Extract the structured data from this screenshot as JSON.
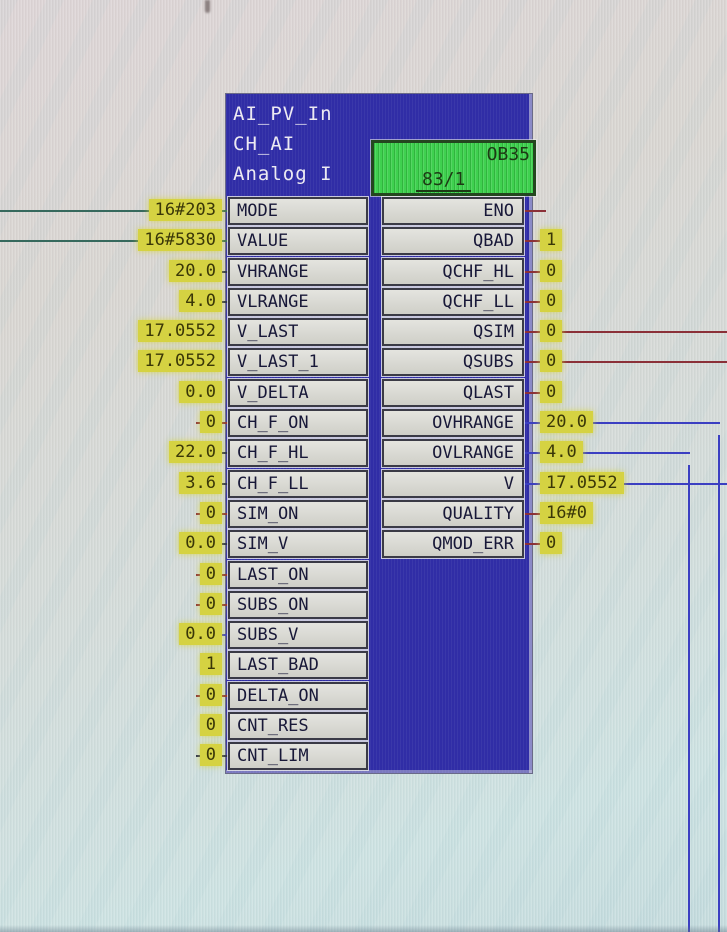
{
  "block": {
    "header": {
      "type_name": "AI_PV_In",
      "instance_name": "CH_AI",
      "comment": "Analog I"
    },
    "task_badge": {
      "ob": "OB35",
      "position": "83/1"
    },
    "inputs": [
      {
        "label": "MODE",
        "value": "16#203",
        "wire": "teal edge"
      },
      {
        "label": "VALUE",
        "value": "16#5830",
        "wire": "teal edge"
      },
      {
        "label": "VHRANGE",
        "value": "20.0",
        "wire": "navy stub"
      },
      {
        "label": "VLRANGE",
        "value": "4.0",
        "wire": "navy stub"
      },
      {
        "label": "V_LAST",
        "value": "17.0552",
        "wire": "none"
      },
      {
        "label": "V_LAST_1",
        "value": "17.0552",
        "wire": "none"
      },
      {
        "label": "V_DELTA",
        "value": "0.0",
        "wire": "none"
      },
      {
        "label": "CH_F_ON",
        "value": "0",
        "wire": "red stub"
      },
      {
        "label": "CH_F_HL",
        "value": "22.0",
        "wire": "navy stub"
      },
      {
        "label": "CH_F_LL",
        "value": "3.6",
        "wire": "navy stub"
      },
      {
        "label": "SIM_ON",
        "value": "0",
        "wire": "red stub"
      },
      {
        "label": "SIM_V",
        "value": "0.0",
        "wire": "navy stub"
      },
      {
        "label": "LAST_ON",
        "value": "0",
        "wire": "red stub"
      },
      {
        "label": "SUBS_ON",
        "value": "0",
        "wire": "red stub"
      },
      {
        "label": "SUBS_V",
        "value": "0.0",
        "wire": "blue stub"
      },
      {
        "label": "LAST_BAD",
        "value": "1",
        "wire": "none"
      },
      {
        "label": "DELTA_ON",
        "value": "0",
        "wire": "red stub"
      },
      {
        "label": "CNT_RES",
        "value": "0",
        "wire": "none"
      },
      {
        "label": "CNT_LIM",
        "value": "0",
        "wire": "navy stub"
      }
    ],
    "outputs": [
      {
        "label": "ENO",
        "value": "",
        "wire": "red stub"
      },
      {
        "label": "QBAD",
        "value": "1",
        "wire": "red stub"
      },
      {
        "label": "QCHF_HL",
        "value": "0",
        "wire": "red stub"
      },
      {
        "label": "QCHF_LL",
        "value": "0",
        "wire": "red stub"
      },
      {
        "label": "QSIM",
        "value": "0",
        "wire": "red edge"
      },
      {
        "label": "QSUBS",
        "value": "0",
        "wire": "red edge"
      },
      {
        "label": "QLAST",
        "value": "0",
        "wire": "red stub"
      },
      {
        "label": "OVHRANGE",
        "value": "20.0",
        "wire": "blue elbow-far"
      },
      {
        "label": "OVLRANGE",
        "value": "4.0",
        "wire": "blue elbow-near"
      },
      {
        "label": "V",
        "value": "17.0552",
        "wire": "blue edge"
      },
      {
        "label": "QUALITY",
        "value": "16#0",
        "wire": "red stub"
      },
      {
        "label": "QMOD_ERR",
        "value": "0",
        "wire": "red stub"
      }
    ]
  },
  "colors": {
    "block_header_blue": "#302da6",
    "badge_green": "#3fd14f",
    "value_highlight_yellow": "#d5d242",
    "wire_teal": "#36695d",
    "wire_red": "#8b3038",
    "wire_blue": "#3b3fc2",
    "wire_navy": "#252c54",
    "cell_gray": "#d6d6d0"
  }
}
